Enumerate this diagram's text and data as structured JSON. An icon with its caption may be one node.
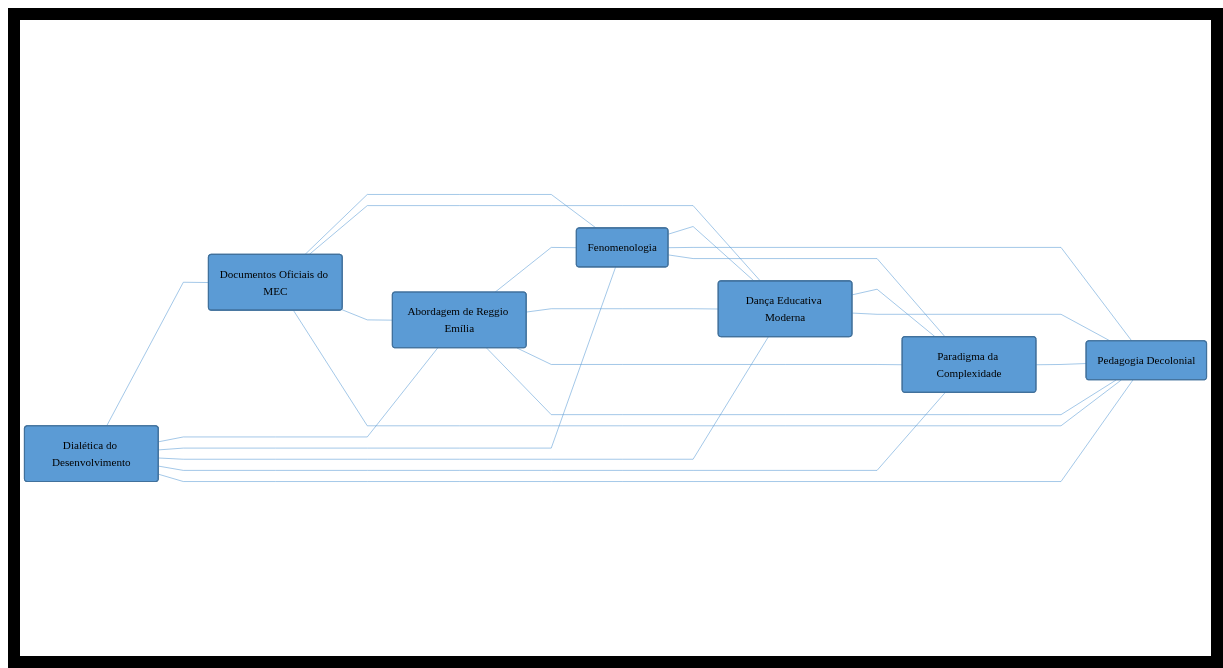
{
  "diagram": {
    "nodes": [
      {
        "text": [
          "Dialética do Desenvolvimento"
        ]
      },
      {
        "text": [
          "Documentos Oficiais do MEC"
        ]
      },
      {
        "text": [
          "Abordagem de Reggio Emília"
        ]
      },
      {
        "text": [
          "Fenomenologia"
        ]
      },
      {
        "text": [
          "Dança Educativa Moderna"
        ]
      },
      {
        "text": [
          "Pedagogia Decolonial"
        ]
      },
      {
        "text": [
          "Paradigma da Complexidade"
        ]
      }
    ],
    "edges": [
      {
        "from": 0,
        "to": 1,
        "arrow": "none"
      },
      {
        "from": 0,
        "to": 2,
        "arrow": "none"
      },
      {
        "from": 0,
        "to": 3,
        "arrow": "none"
      },
      {
        "from": 0,
        "to": 4,
        "arrow": "none"
      },
      {
        "from": 0,
        "to": 6,
        "arrow": "none"
      },
      {
        "from": 0,
        "to": 5,
        "arrow": "none"
      },
      {
        "from": 1,
        "to": 3,
        "arrow": "none"
      },
      {
        "from": 1,
        "to": 4,
        "arrow": "none"
      },
      {
        "from": 1,
        "to": 2,
        "arrow": "none"
      },
      {
        "from": 1,
        "to": 5,
        "arrow": "none"
      },
      {
        "from": 2,
        "to": 3,
        "arrow": "none"
      },
      {
        "from": 2,
        "to": 4,
        "arrow": "none"
      },
      {
        "from": 2,
        "to": 6,
        "arrow": "none"
      },
      {
        "from": 2,
        "to": 5,
        "arrow": "none"
      },
      {
        "from": 3,
        "to": 4,
        "arrow": "none"
      },
      {
        "from": 3,
        "to": 5,
        "arrow": "none"
      },
      {
        "from": 3,
        "to": 6,
        "arrow": "none"
      },
      {
        "from": 4,
        "to": 6,
        "arrow": "none"
      },
      {
        "from": 4,
        "to": 5,
        "arrow": "none"
      },
      {
        "from": 6,
        "to": 5,
        "arrow": "none"
      }
    ]
  }
}
